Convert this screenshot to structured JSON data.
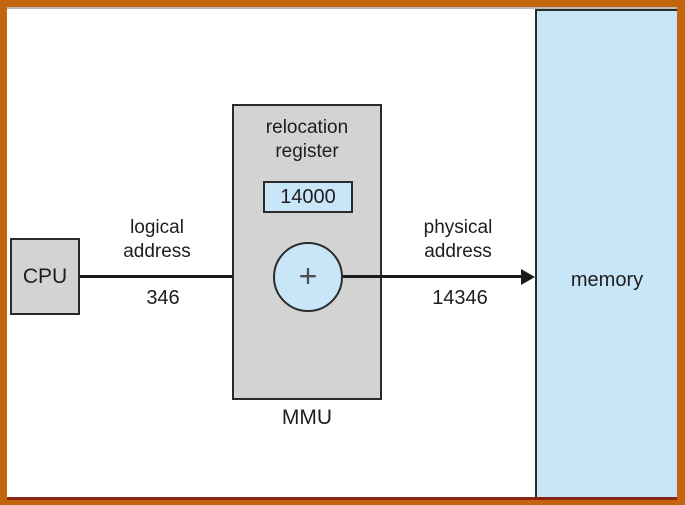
{
  "figure": {
    "cpu": {
      "label": "CPU"
    },
    "mmu": {
      "caption": "MMU",
      "relocation_register": {
        "label_line1": "relocation",
        "label_line2": "register",
        "value": "14000"
      },
      "adder": {
        "symbol": "+"
      }
    },
    "memory": {
      "label": "memory"
    },
    "logical_address": {
      "label_line1": "logical",
      "label_line2": "address",
      "value": "346"
    },
    "physical_address": {
      "label_line1": "physical",
      "label_line2": "address",
      "value": "14346"
    }
  },
  "colors": {
    "frame_orange": "#c4650e",
    "frame_maroon_line": "#8a2413",
    "frame_gray_line": "#b8b8b8",
    "box_gray": "#d3d3d4",
    "fill_light_blue": "#c8e6f8",
    "outline_dark": "#2b2b2b",
    "text_dark": "#1e1e1e",
    "plus_gray": "#4f4f4f"
  }
}
